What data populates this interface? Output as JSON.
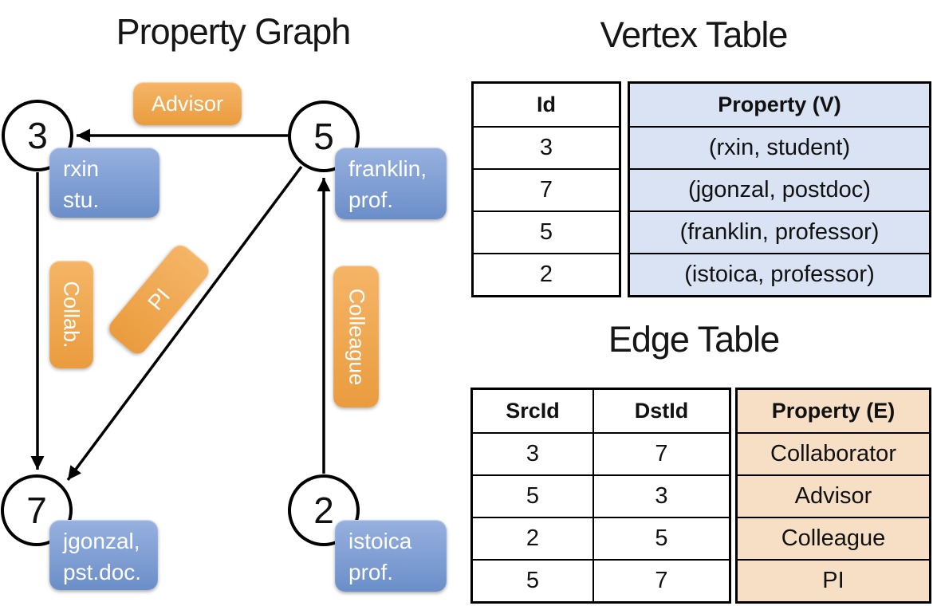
{
  "graph": {
    "title": "Property Graph",
    "nodes": [
      {
        "id": "3",
        "lines": [
          "rxin",
          "stu."
        ]
      },
      {
        "id": "5",
        "lines": [
          "franklin,",
          "prof."
        ]
      },
      {
        "id": "7",
        "lines": [
          "jgonzal,",
          "pst.doc."
        ]
      },
      {
        "id": "2",
        "lines": [
          "istoica",
          "prof."
        ]
      }
    ],
    "edges": [
      {
        "label": "Advisor",
        "from": "5",
        "to": "3"
      },
      {
        "label": "Collab.",
        "from": "3",
        "to": "7"
      },
      {
        "label": "PI",
        "from": "5",
        "to": "7"
      },
      {
        "label": "Colleague",
        "from": "2",
        "to": "5"
      }
    ]
  },
  "vertex_table": {
    "title": "Vertex Table",
    "columns": [
      "Id",
      "Property (V)"
    ],
    "rows": [
      {
        "id": "3",
        "property": "(rxin, student)"
      },
      {
        "id": "7",
        "property": "(jgonzal, postdoc)"
      },
      {
        "id": "5",
        "property": "(franklin, professor)"
      },
      {
        "id": "2",
        "property": "(istoica, professor)"
      }
    ]
  },
  "edge_table": {
    "title": "Edge Table",
    "columns": [
      "SrcId",
      "DstId",
      "Property (E)"
    ],
    "rows": [
      {
        "src": "3",
        "dst": "7",
        "property": "Collaborator"
      },
      {
        "src": "5",
        "dst": "3",
        "property": "Advisor"
      },
      {
        "src": "2",
        "dst": "5",
        "property": "Colleague"
      },
      {
        "src": "5",
        "dst": "7",
        "property": "PI"
      }
    ]
  },
  "colors": {
    "edge_label_top": "#F5B567",
    "edge_label_bottom": "#EA9C3E",
    "vertex_label_top": "#97B1DF",
    "vertex_label_bottom": "#6B8EC9",
    "vertex_col_bg": "#D9E3F4",
    "edge_col_bg": "#F7DFC6",
    "line": "#000000"
  }
}
